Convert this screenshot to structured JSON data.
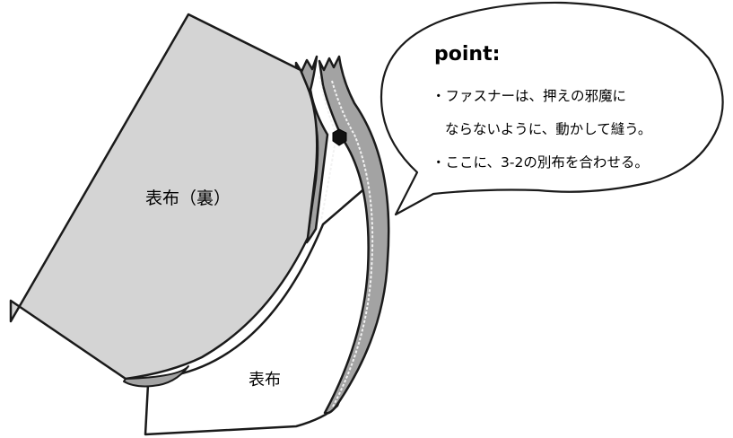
{
  "labels": {
    "back_fabric": "表布（裏）",
    "front_fabric": "表布"
  },
  "callout": {
    "title": "point:",
    "lines": [
      "・ファスナーは、押えの邪魔に",
      "ならないように、動かして縫う。",
      "・ここに、3-2の別布を合わせる。"
    ]
  },
  "colors": {
    "back_fabric_fill": "#d4d4d4",
    "zipper_tape_fill": "#a3a3a3",
    "outline": "#1a1a1a",
    "stitch": "#f2f2f2"
  }
}
